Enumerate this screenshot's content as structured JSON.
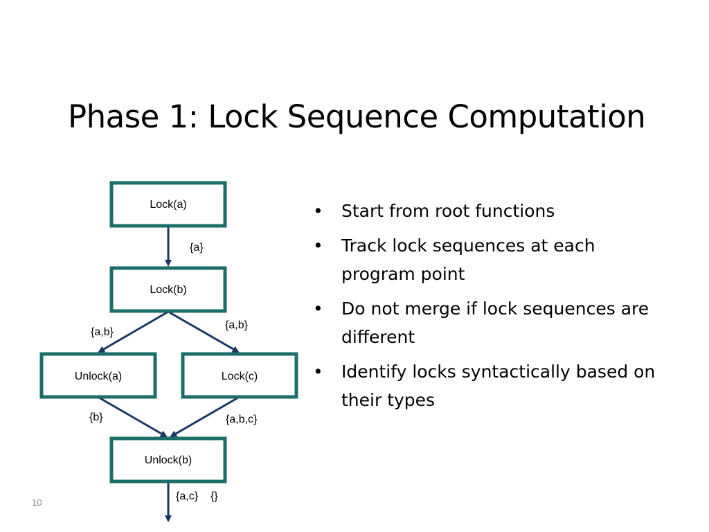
{
  "slide": {
    "title": "Phase 1: Lock Sequence Computation",
    "page_number": "10",
    "colors": {
      "node_border": "#1b6e6a",
      "arrow": "#1a3762",
      "text": "#000000"
    }
  },
  "diagram": {
    "nodes": {
      "lock_a": "Lock(a)",
      "lock_b": "Lock(b)",
      "unlock_a": "Unlock(a)",
      "lock_c": "Lock(c)",
      "unlock_b": "Unlock(b)"
    },
    "edge_labels": {
      "lock_a_to_lock_b": "{a}",
      "lock_b_to_unlock_a": "{a,b}",
      "lock_b_to_lock_c": "{a,b}",
      "unlock_a_to_unlock_b": "{b}",
      "lock_c_to_unlock_b": "{a,b,c}",
      "unlock_b_out_1": "{a,c}",
      "unlock_b_out_2": "{}"
    }
  },
  "bullets": [
    "Start from root functions",
    "Track lock sequences at each program point",
    "Do not merge if lock sequences are different",
    "Identify locks syntactically based on their types"
  ]
}
